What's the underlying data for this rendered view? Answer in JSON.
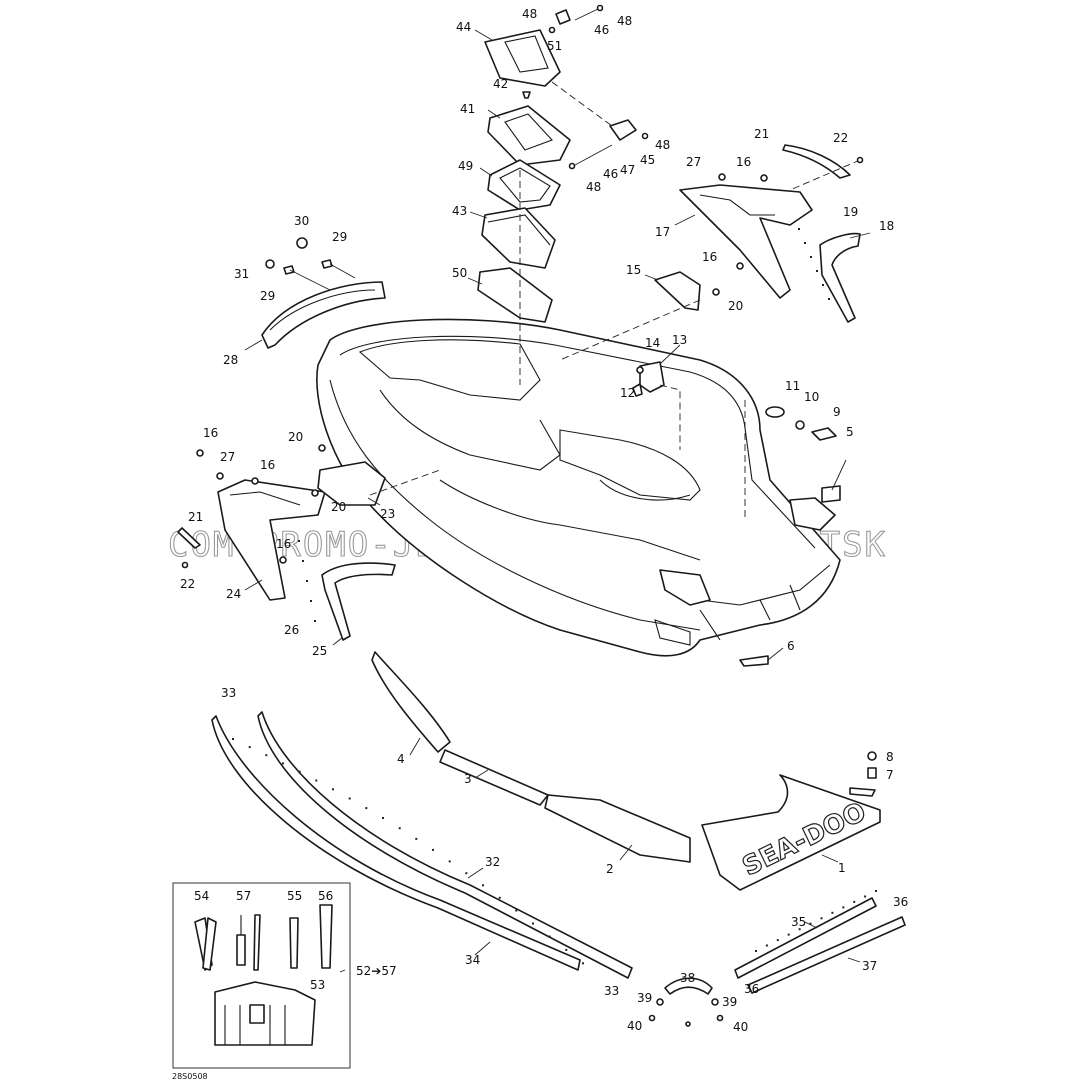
{
  "drawing_id": "28S0508",
  "watermark": "COM  PROMO-JETSKI.COM  PROMO-JETSK",
  "logo_text": "SEA-DOO",
  "kit_ref": "52➔57",
  "callouts": [
    {
      "id": "c44",
      "n": "44"
    },
    {
      "id": "c48a",
      "n": "48"
    },
    {
      "id": "c48b",
      "n": "48"
    },
    {
      "id": "c46a",
      "n": "46"
    },
    {
      "id": "c51",
      "n": "51"
    },
    {
      "id": "c42",
      "n": "42"
    },
    {
      "id": "c41",
      "n": "41"
    },
    {
      "id": "c45",
      "n": "45"
    },
    {
      "id": "c48c",
      "n": "48"
    },
    {
      "id": "c47",
      "n": "47"
    },
    {
      "id": "c46b",
      "n": "46"
    },
    {
      "id": "c48d",
      "n": "48"
    },
    {
      "id": "c49",
      "n": "49"
    },
    {
      "id": "c43",
      "n": "43"
    },
    {
      "id": "c50",
      "n": "50"
    },
    {
      "id": "c21a",
      "n": "21"
    },
    {
      "id": "c22a",
      "n": "22"
    },
    {
      "id": "c27a",
      "n": "27"
    },
    {
      "id": "c16a",
      "n": "16"
    },
    {
      "id": "c17",
      "n": "17"
    },
    {
      "id": "c19",
      "n": "19"
    },
    {
      "id": "c18",
      "n": "18"
    },
    {
      "id": "c16b",
      "n": "16"
    },
    {
      "id": "c15",
      "n": "15"
    },
    {
      "id": "c20a",
      "n": "20"
    },
    {
      "id": "c30",
      "n": "30"
    },
    {
      "id": "c29a",
      "n": "29"
    },
    {
      "id": "c31",
      "n": "31"
    },
    {
      "id": "c29b",
      "n": "29"
    },
    {
      "id": "c28",
      "n": "28"
    },
    {
      "id": "c14",
      "n": "14"
    },
    {
      "id": "c13",
      "n": "13"
    },
    {
      "id": "c12",
      "n": "12"
    },
    {
      "id": "c11",
      "n": "11"
    },
    {
      "id": "c10",
      "n": "10"
    },
    {
      "id": "c9",
      "n": "9"
    },
    {
      "id": "c5",
      "n": "5"
    },
    {
      "id": "c16c",
      "n": "16"
    },
    {
      "id": "c27b",
      "n": "27"
    },
    {
      "id": "c16d",
      "n": "16"
    },
    {
      "id": "c20b",
      "n": "20"
    },
    {
      "id": "c20c",
      "n": "20"
    },
    {
      "id": "c23",
      "n": "23"
    },
    {
      "id": "c21b",
      "n": "21"
    },
    {
      "id": "c16e",
      "n": "16"
    },
    {
      "id": "c22b",
      "n": "22"
    },
    {
      "id": "c24",
      "n": "24"
    },
    {
      "id": "c26",
      "n": "26"
    },
    {
      "id": "c25",
      "n": "25"
    },
    {
      "id": "c6",
      "n": "6"
    },
    {
      "id": "c33a",
      "n": "33"
    },
    {
      "id": "c4",
      "n": "4"
    },
    {
      "id": "c3",
      "n": "3"
    },
    {
      "id": "c2",
      "n": "2"
    },
    {
      "id": "c8",
      "n": "8"
    },
    {
      "id": "c7",
      "n": "7"
    },
    {
      "id": "c1",
      "n": "1"
    },
    {
      "id": "c32",
      "n": "32"
    },
    {
      "id": "c34",
      "n": "34"
    },
    {
      "id": "c33b",
      "n": "33"
    },
    {
      "id": "c54",
      "n": "54"
    },
    {
      "id": "c57",
      "n": "57"
    },
    {
      "id": "c55",
      "n": "55"
    },
    {
      "id": "c56",
      "n": "56"
    },
    {
      "id": "c53",
      "n": "53"
    },
    {
      "id": "c35",
      "n": "35"
    },
    {
      "id": "c36a",
      "n": "36"
    },
    {
      "id": "c37",
      "n": "37"
    },
    {
      "id": "c36b",
      "n": "36"
    },
    {
      "id": "c38",
      "n": "38"
    },
    {
      "id": "c39a",
      "n": "39"
    },
    {
      "id": "c39b",
      "n": "39"
    },
    {
      "id": "c40a",
      "n": "40"
    },
    {
      "id": "c40b",
      "n": "40"
    }
  ]
}
